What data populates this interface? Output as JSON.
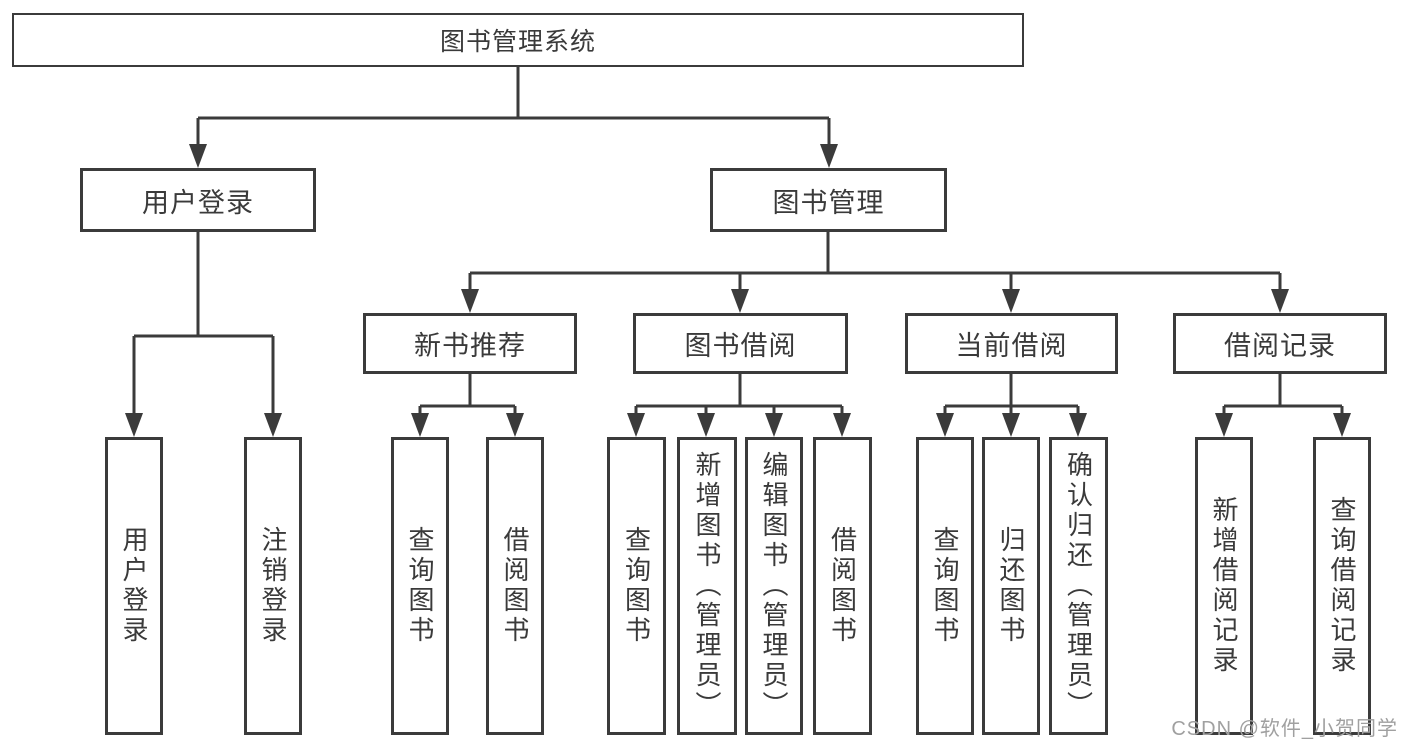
{
  "diagram": {
    "root": {
      "label": "图书管理系统"
    },
    "level2": [
      {
        "label": "用户登录",
        "children": [
          {
            "label": "用户登录"
          },
          {
            "label": "注销登录"
          }
        ]
      },
      {
        "label": "图书管理",
        "groups": [
          {
            "label": "新书推荐",
            "children": [
              {
                "label": "查询图书"
              },
              {
                "label": "借阅图书"
              }
            ]
          },
          {
            "label": "图书借阅",
            "children": [
              {
                "label": "查询图书"
              },
              {
                "label": "新增图书（管理员）"
              },
              {
                "label": "编辑图书（管理员）"
              },
              {
                "label": "借阅图书"
              }
            ]
          },
          {
            "label": "当前借阅",
            "children": [
              {
                "label": "查询图书"
              },
              {
                "label": "归还图书"
              },
              {
                "label": "确认归还（管理员）"
              }
            ]
          },
          {
            "label": "借阅记录",
            "children": [
              {
                "label": "新增借阅记录"
              },
              {
                "label": "查询借阅记录"
              }
            ]
          }
        ]
      }
    ]
  },
  "watermark": {
    "text": "CSDN @软件_小贺同学"
  },
  "colors": {
    "line": "#3b3b3b",
    "text": "#3a3a3a",
    "background": "#ffffff",
    "watermark": "#a0a0a0"
  }
}
